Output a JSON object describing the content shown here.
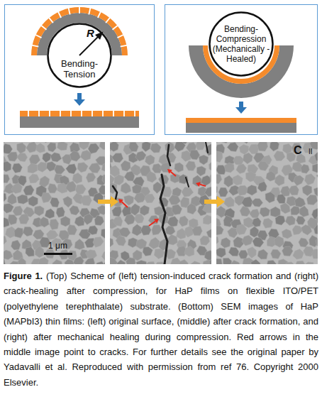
{
  "diagram": {
    "caption": "Figure 1. (Top) Scheme of (left) tension-induced crack formation and (right) crack-healing after compression, for HaP films on flexible ITO/PET (polyethylene terephthalate) substrate. (Bottom) SEM images of HaP (MAPbI3) thin films: (left) original surface, (middle) after crack formation, and (right) after mechanical healing during compression. Red arrows in the middle image point to cracks. For further details see the original paper by Yadavalli et al. Reproduced with permission from ref 76. Copyright 2000 Elsevier.",
    "nodes": [
      {
        "text": [
          "Bending- Tension"
        ]
      },
      {
        "text": [
          "Bending- Compression (Mechanically -Healed)"
        ]
      }
    ],
    "labels": [
      "R",
      "1 μm",
      "C",
      "II"
    ]
  }
}
